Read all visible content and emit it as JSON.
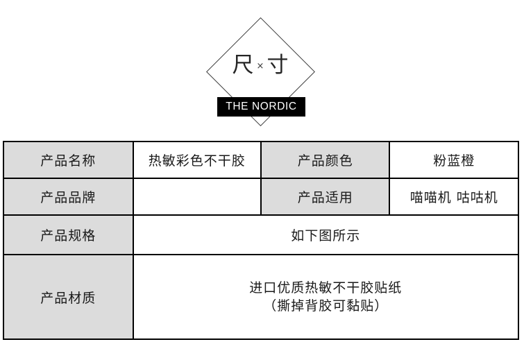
{
  "logo": {
    "cn_left": "尺",
    "cn_multiply": "×",
    "cn_right": "寸",
    "banner_text": "THE NORDIC",
    "banner_bg": "#000000",
    "banner_fg": "#ffffff",
    "diamond_stroke": "#3a3a3a"
  },
  "table": {
    "header_bg": "#dcdcdc",
    "border_color": "#000000",
    "rows": [
      {
        "label_left": "产品名称",
        "value_left": "热敏彩色不干胶",
        "label_right": "产品颜色",
        "value_right": "粉蓝橙"
      },
      {
        "label_left": "产品品牌",
        "value_left": "",
        "label_right": "产品适用",
        "value_right": "喵喵机 咕咕机"
      },
      {
        "label_left": "产品规格",
        "value_merged": "如下图所示"
      },
      {
        "label_left": "产品材质",
        "value_merged_line1": "进口优质热敏不干胶贴纸",
        "value_merged_line2": "（撕掉背胶可黏贴）"
      }
    ]
  }
}
